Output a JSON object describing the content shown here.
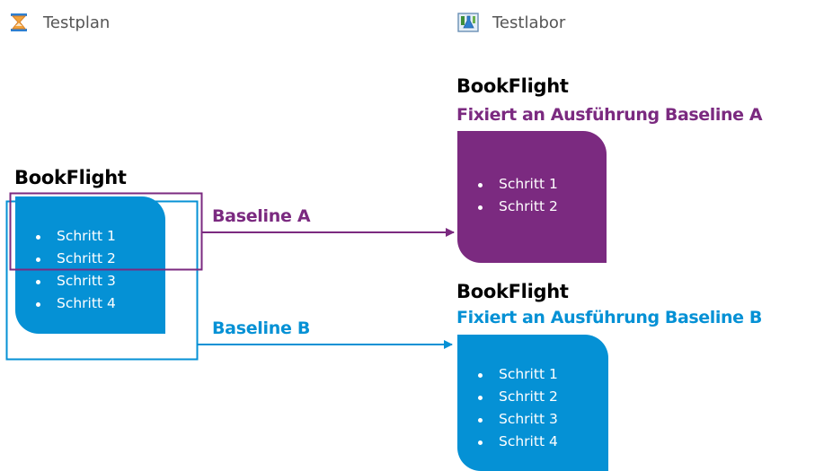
{
  "headers": {
    "testplan": {
      "label": "Testplan",
      "icon": "testplan-icon"
    },
    "testlabor": {
      "label": "Testlabor",
      "icon": "testlabor-icon"
    }
  },
  "colors": {
    "blue": "#0591D5",
    "purple": "#7B2A80",
    "text": "#000000",
    "header_text": "#555555"
  },
  "source": {
    "title": "BookFlight",
    "steps": [
      "Schritt 1",
      "Schritt 2",
      "Schritt 3",
      "Schritt 4"
    ]
  },
  "baselines": {
    "a": {
      "label": "Baseline A"
    },
    "b": {
      "label": "Baseline B"
    }
  },
  "targets": {
    "a": {
      "title": "BookFlight",
      "subtitle": "Fixiert an Ausführung Baseline A",
      "steps": [
        "Schritt 1",
        "Schritt 2"
      ]
    },
    "b": {
      "title": "BookFlight",
      "subtitle": "Fixiert an Ausführung Baseline B",
      "steps": [
        "Schritt 1",
        "Schritt 2",
        "Schritt 3",
        "Schritt 4"
      ]
    }
  }
}
